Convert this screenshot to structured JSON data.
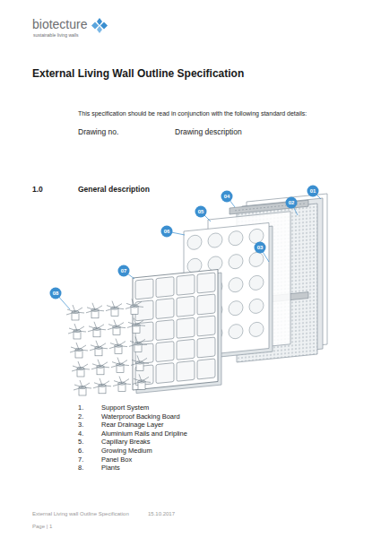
{
  "diagram": {
    "title": "External Living Wall Outline Specification",
    "nodes": [
      {
        "text": [
          "08"
        ]
      },
      {
        "text": [
          "07"
        ]
      },
      {
        "text": [
          "06"
        ]
      },
      {
        "text": [
          "05"
        ]
      },
      {
        "text": [
          "04"
        ]
      },
      {
        "text": [
          "03"
        ]
      },
      {
        "text": [
          "02"
        ]
      },
      {
        "text": [
          "01"
        ]
      }
    ],
    "labels": [
      "biotecture",
      "sustainable living walls",
      "This specification should be read in conjunction with the following standard details:",
      "Drawing no.",
      "Drawing description",
      "1.0",
      "General description",
      "1.",
      "Support System",
      "2.",
      "Waterproof Backing Board",
      "3.",
      "Rear Drainage Layer",
      "4.",
      "Aluminium Rails and Dripline",
      "5.",
      "Capillary Breaks",
      "6.",
      "Growing Medium",
      "7.",
      "Panel Box",
      "8.",
      "Plants",
      "External Living wall Outline Specification",
      "15.10.2017",
      "Page | 1"
    ]
  }
}
